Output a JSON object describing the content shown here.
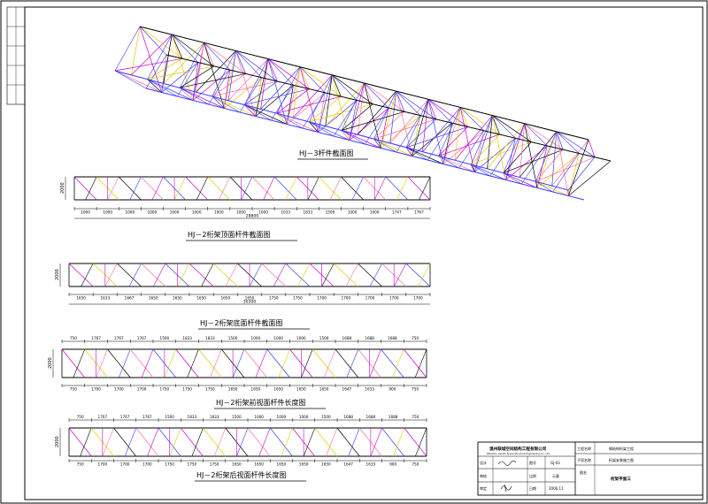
{
  "drawings": {
    "iso": {
      "title": "HJ－3杆件截面图"
    },
    "panels": [
      {
        "title": "HJ－2桁架顶面杆件截面图",
        "side": "2000",
        "segments": [
          "1000",
          "1000",
          "1000",
          "1000",
          "1000",
          "1000",
          "1000",
          "1000",
          "1000",
          "1033",
          "1833",
          "1500",
          "1000",
          "1000",
          "1747",
          "1767"
        ],
        "total": "28800"
      },
      {
        "title": "HJ－2桁架底面杆件截面图",
        "side": "2000",
        "segments": [
          "1650",
          "1633",
          "1667",
          "1650",
          "1650",
          "1650",
          "1650",
          "1650",
          "1750",
          "1750",
          "1700",
          "1700",
          "1700",
          "1700",
          "1700"
        ],
        "total": "30300"
      },
      {
        "title": "HJ－2桁架前视面杆件长度图",
        "side": "2000",
        "top_segments": [
          "750",
          "1767",
          "1767",
          "1767",
          "1500",
          "1833",
          "1833",
          "1500",
          "1000",
          "1000",
          "1000",
          "1500",
          "1688",
          "1688",
          "1688",
          "750"
        ],
        "bottom_segments": [
          "750",
          "1700",
          "1700",
          "1700",
          "1750",
          "1750",
          "1750",
          "1650",
          "1650",
          "1650",
          "1650",
          "1650",
          "1647",
          "1633",
          "900",
          "750"
        ]
      },
      {
        "title": "HJ－2桁架后视面杆件长度图",
        "side": "2000",
        "top_segments": [
          "750",
          "1767",
          "1767",
          "1767",
          "1500",
          "1833",
          "1833",
          "1500",
          "1000",
          "1000",
          "1000",
          "1500",
          "1688",
          "1688",
          "1688",
          "750"
        ],
        "bottom_segments": [
          "750",
          "1700",
          "1700",
          "1700",
          "1750",
          "1750",
          "1750",
          "1650",
          "1650",
          "1650",
          "1650",
          "1650",
          "1647",
          "1633",
          "900",
          "750"
        ]
      }
    ]
  },
  "title_block": {
    "company": "温州联城空间结构工程有限公司",
    "company_en": "Wenzhou Lianzhi Space Structure Engineering Co., Ltd.",
    "project_label": "工程名称",
    "project_value": "钢结构桁架工程",
    "subitem_label": "子项名称",
    "subitem_value": "桁架安装施工图",
    "design_label": "设计",
    "check_label": "审核",
    "approve_label": "审定",
    "drawing_no_label": "图号",
    "drawing_no_value": "GJ-03",
    "scale_label": "比例",
    "scale_value": "示意",
    "date_label": "日期",
    "date_value": "2006.11",
    "drawing_title_label": "图名",
    "drawing_title": "桁架平面三"
  }
}
